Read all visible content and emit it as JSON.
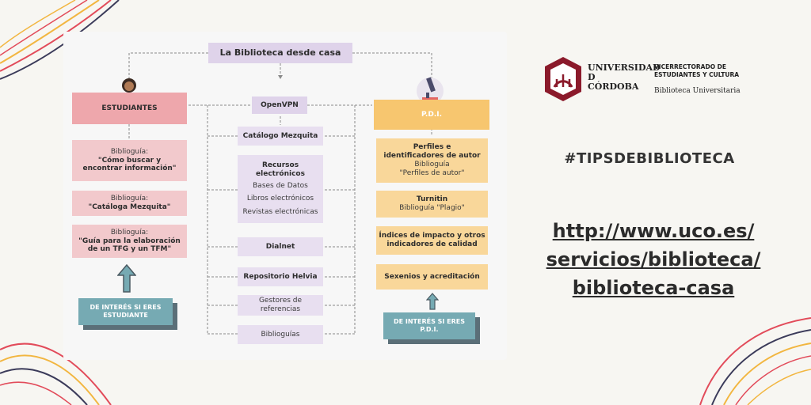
{
  "diagram": {
    "title": "La Biblioteca desde casa",
    "students": {
      "header": "ESTUDIANTES",
      "items": [
        {
          "line1": "Biblioguía:",
          "line2": "\"Cómo buscar y",
          "line3": "encontrar información\""
        },
        {
          "line1": "Biblioguía:",
          "line2": "\"Catáloga Mezquita\""
        },
        {
          "line1": "Biblioguía:",
          "line2": "\"Guía para la elaboración",
          "line3": "de un TFG y un TFM\""
        }
      ],
      "footer_line1": "DE INTERÉS SI ERES",
      "footer_line2": "ESTUDIANTE"
    },
    "center": {
      "header": "OpenVPN",
      "items": [
        {
          "title": "Catálogo Mezquita"
        },
        {
          "title_line1": "Recursos",
          "title_line2": "electrónicos",
          "sub1": "Bases de Datos",
          "sub2": "Libros electrónicos",
          "sub3": "Revistas electrónicas"
        },
        {
          "title": "Dialnet"
        },
        {
          "title": "Repositorio Helvia"
        },
        {
          "line1": "Gestores de",
          "line2": "referencias"
        },
        {
          "line1": "Biblioguías"
        }
      ]
    },
    "pdi": {
      "header": "P.D.I.",
      "items": [
        {
          "title_line1": "Perfiles e",
          "title_line2": "identificadores de autor",
          "sub1": "Biblioguía",
          "sub2": "\"Perfiles de autor\""
        },
        {
          "title": "Turnitin",
          "sub1": "Biblioguía \"Plagio\""
        },
        {
          "title_line1": "Índices de impacto y otros",
          "title_line2": "indicadores de calidad"
        },
        {
          "title": "Sexenios y acreditación"
        }
      ],
      "footer_line1": "DE INTERÉS SI ERES",
      "footer_line2": "P.D.I."
    }
  },
  "logo": {
    "university_line1": "UNIVERSIDAD",
    "university_line2": "D",
    "university_line3": "CÓRDOBA",
    "vice_line1": "VICERRECTORADO DE",
    "vice_line2": "ESTUDIANTES Y CULTURA",
    "library": "Biblioteca Universitaria"
  },
  "hashtag": "#TIPSDEBIBLIOTECA",
  "link": {
    "line1": "http://www.uco.es/",
    "line2": "servicios/biblioteca/",
    "line3": "biblioteca-casa"
  },
  "colors": {
    "background": "#f7f6f2",
    "students_pink": "#eea7ac",
    "center_lavender": "#e8dff0",
    "pdi_yellow": "#f7c66f",
    "teal": "#76aab3",
    "logo_red": "#8b1a2b"
  }
}
